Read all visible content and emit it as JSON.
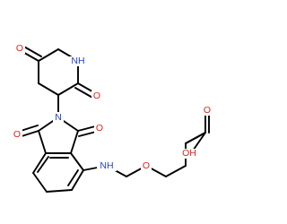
{
  "molecule": {
    "atom_labels": {
      "imide_nh": "NH",
      "glutarimide_o_top": "O",
      "glutarimide_o_right": "O",
      "isoindoline_n": "N",
      "phthalimide_o_right": "O",
      "phthalimide_o_left": "O",
      "amine_nh": "NH",
      "ether_o": "O",
      "acid_o_carbonyl": "O",
      "acid_oh": "OH"
    },
    "colors": {
      "nitrogen": "#1f3fd6",
      "oxygen": "#e0231c",
      "carbon_bond": "#000000"
    }
  }
}
